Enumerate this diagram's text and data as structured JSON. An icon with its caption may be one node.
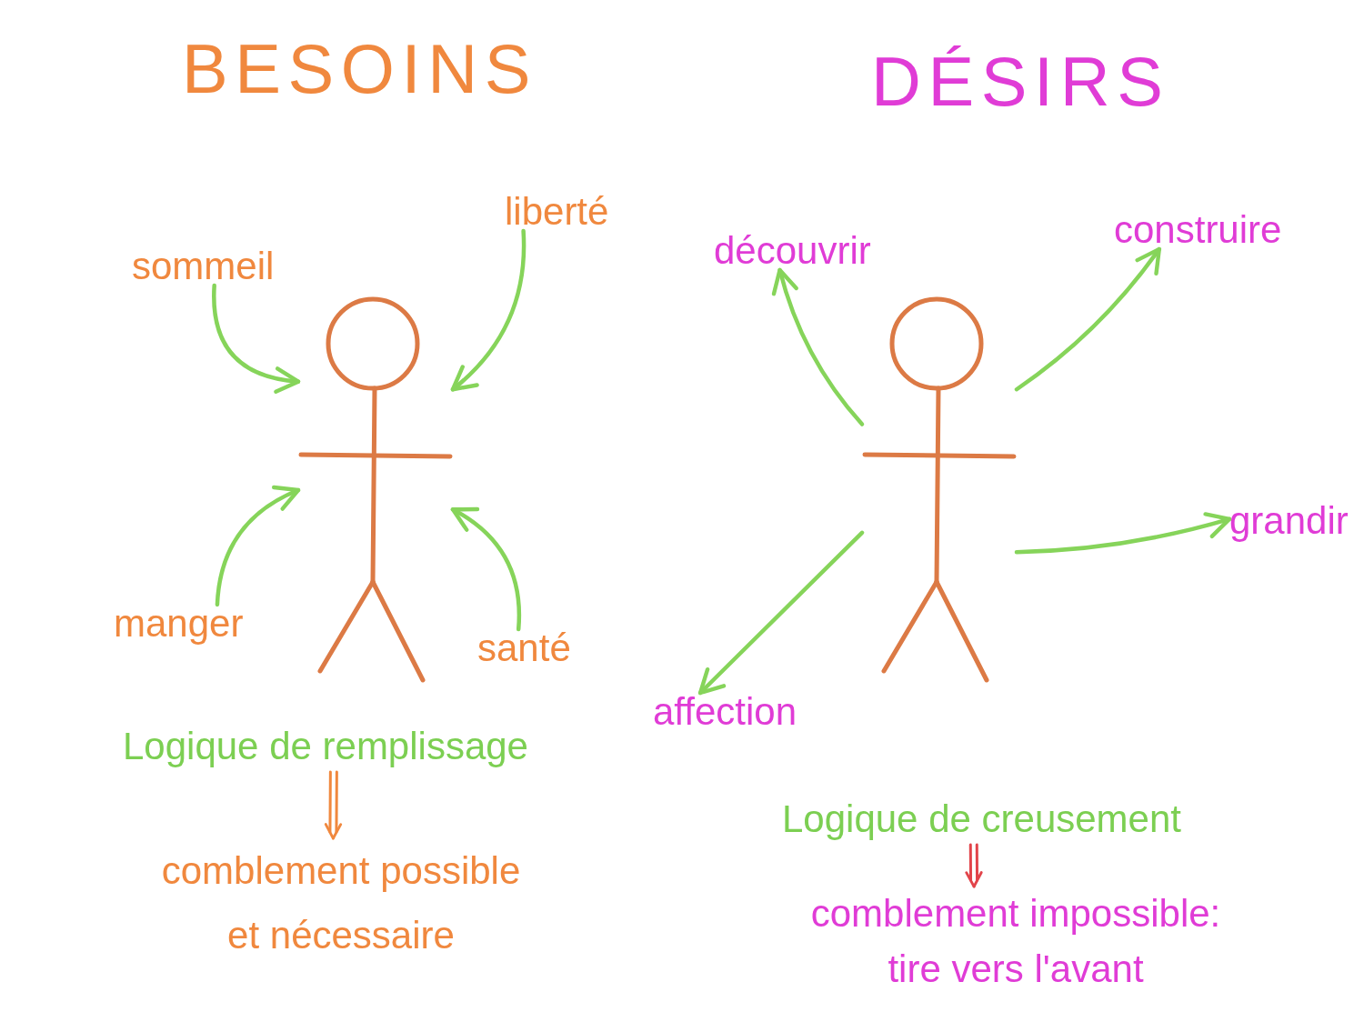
{
  "diagram": {
    "nodes": [
      {
        "text": [
          "sommeil"
        ]
      },
      {
        "text": [
          "liberté"
        ]
      },
      {
        "text": [],
        "shape": "person"
      },
      {
        "text": [
          "manger"
        ]
      },
      {
        "text": [
          "santé"
        ]
      },
      {
        "text": [
          "découvrir"
        ]
      },
      {
        "text": [
          "construire"
        ]
      },
      {
        "text": [],
        "shape": "person"
      },
      {
        "text": [
          "grandir"
        ]
      },
      {
        "text": [
          "affection"
        ]
      },
      {
        "text": [
          "Logique de remplissage"
        ]
      },
      {
        "text": [
          "comblement possible et nécessaire"
        ]
      },
      {
        "text": [
          "Logique de creusement"
        ]
      },
      {
        "text": [
          "comblement impossible: tire vers l'avant"
        ]
      }
    ],
    "edges": [
      {
        "from": 0,
        "to": 2,
        "arrow": "to"
      },
      {
        "from": 1,
        "to": 2,
        "arrow": "to"
      },
      {
        "from": 3,
        "to": 2,
        "arrow": "to"
      },
      {
        "from": 4,
        "to": 2,
        "arrow": "to"
      },
      {
        "from": 7,
        "to": 5,
        "arrow": "to"
      },
      {
        "from": 7,
        "to": 6,
        "arrow": "to"
      },
      {
        "from": 7,
        "to": 8,
        "arrow": "to"
      },
      {
        "from": 7,
        "to": 9,
        "arrow": "to"
      },
      {
        "from": 10,
        "to": 11,
        "arrow": "to",
        "color": "#f0883e"
      },
      {
        "from": 12,
        "to": 13,
        "arrow": "to",
        "color": "#e2444a"
      }
    ],
    "labels": [
      "BESOINS",
      "DÉSIRS"
    ]
  }
}
